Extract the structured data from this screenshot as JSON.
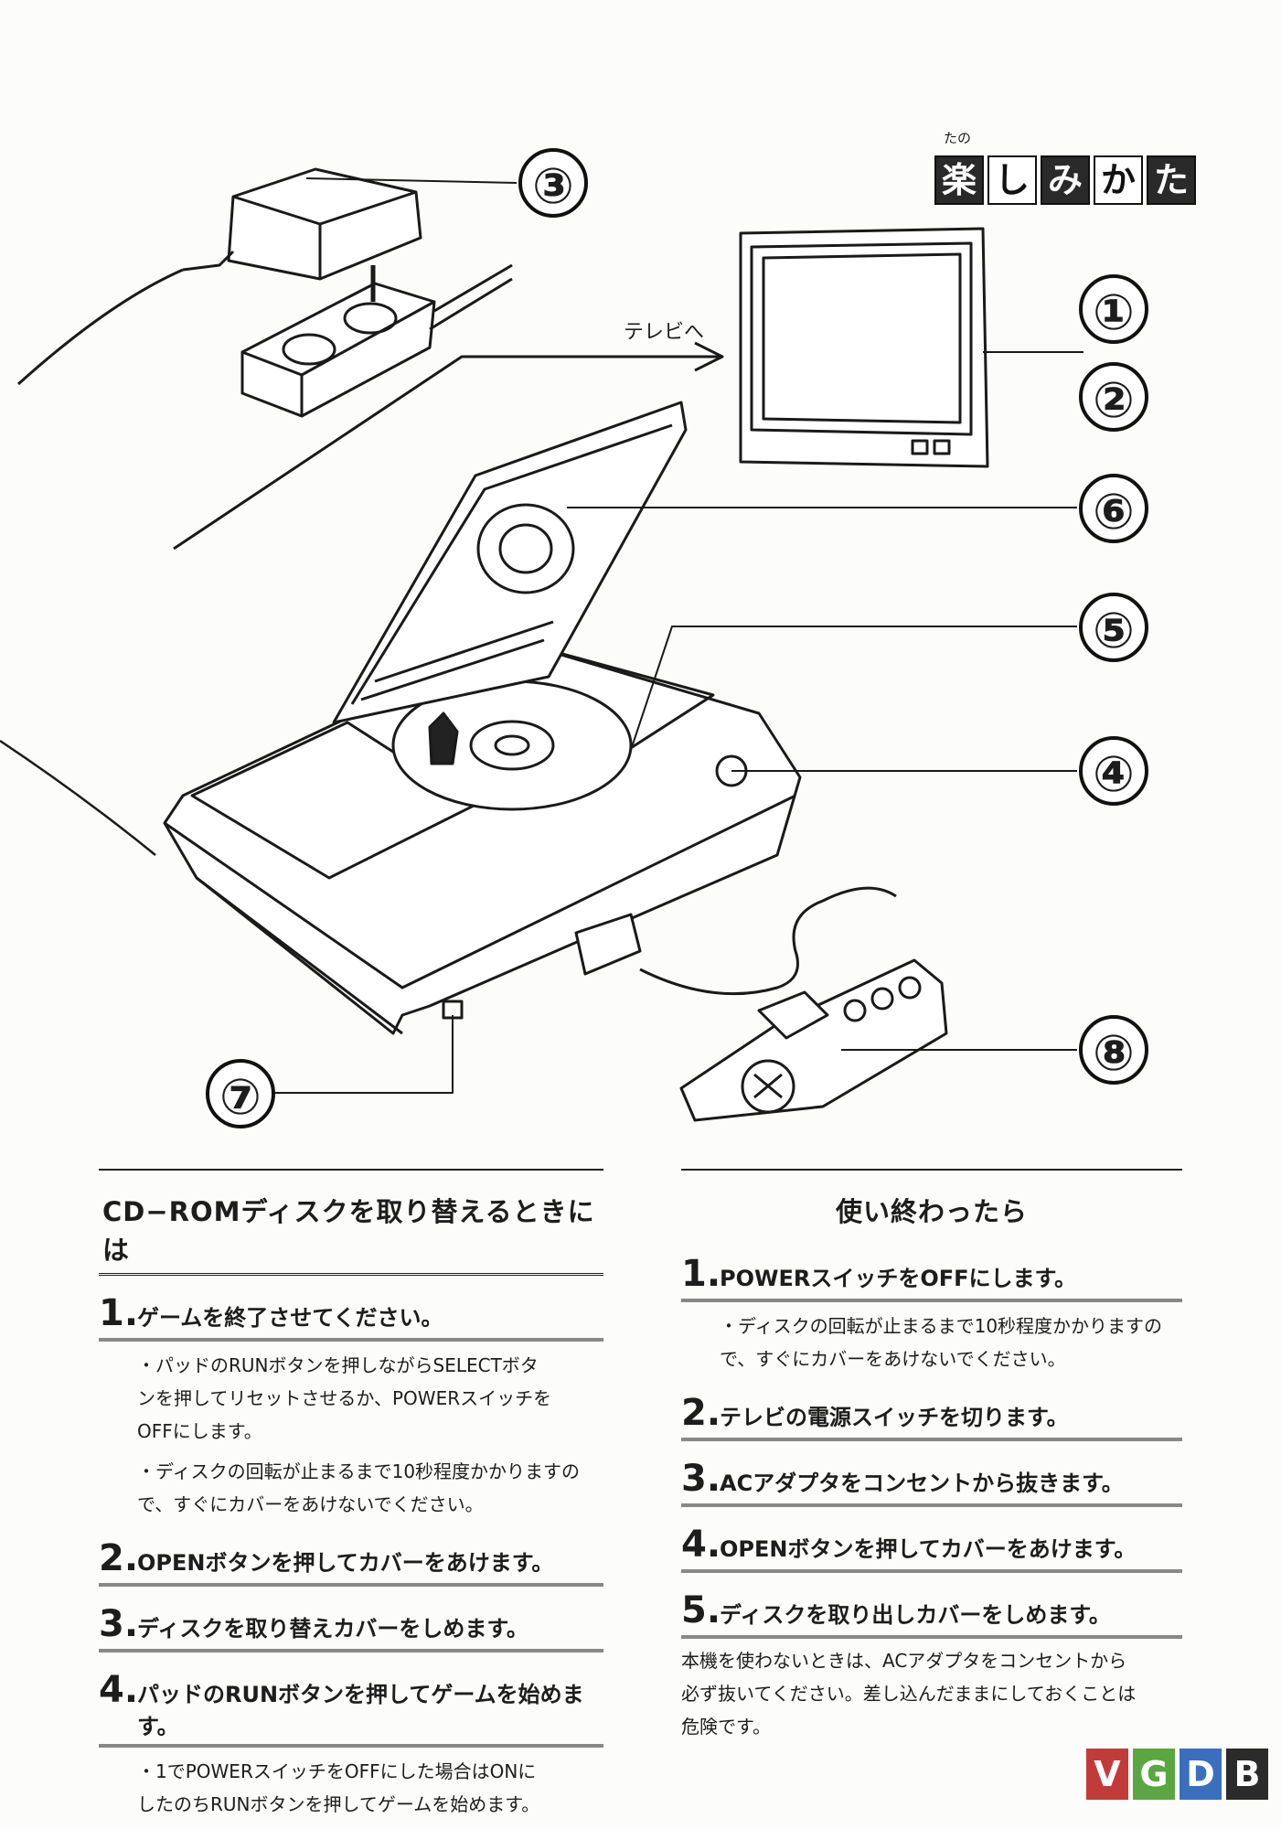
{
  "header": {
    "title_ruby": "たの",
    "title_chars": [
      "楽",
      "し",
      "み",
      "か",
      "た"
    ],
    "tv_label": "テレビへ"
  },
  "callouts": [
    "①",
    "②",
    "③",
    "④",
    "⑤",
    "⑥",
    "⑦",
    "⑧"
  ],
  "left_section": {
    "heading": "CD−ROMディスクを取り替えるときには",
    "steps": [
      {
        "num": "1.",
        "text": "ゲームを終了させてください。",
        "notes": [
          [
            "・パッドのRUNボタンを押しながらSELECTボタ",
            "ンを押してリセットさせるか、POWERスイッチを",
            "OFFにします。"
          ],
          [
            "・ディスクの回転が止まるまで10秒程度かかりますの",
            "で、すぐにカバーをあけないでください。"
          ]
        ]
      },
      {
        "num": "2.",
        "text": "OPENボタンを押してカバーをあけます。",
        "notes": []
      },
      {
        "num": "3.",
        "text": "ディスクを取り替えカバーをしめます。",
        "notes": []
      },
      {
        "num": "4.",
        "text": "パッドのRUNボタンを押してゲームを始めます。",
        "notes": [
          [
            "・1でPOWERスイッチをOFFにした場合はONに",
            "したのちRUNボタンを押してゲームを始めます。"
          ]
        ]
      }
    ]
  },
  "right_section": {
    "heading": "使い終わったら",
    "steps": [
      {
        "num": "1.",
        "text": "POWERスイッチをOFFにします。",
        "notes": [
          [
            "・ディスクの回転が止まるまで10秒程度かかりますの",
            "で、すぐにカバーをあけないでください。"
          ]
        ]
      },
      {
        "num": "2.",
        "text": "テレビの電源スイッチを切ります。",
        "notes": []
      },
      {
        "num": "3.",
        "text": "ACアダプタをコンセントから抜きます。",
        "notes": []
      },
      {
        "num": "4.",
        "text": "OPENボタンを押してカバーをあけます。",
        "notes": []
      },
      {
        "num": "5.",
        "text": "ディスクを取り出しカバーをしめます。",
        "notes": []
      }
    ],
    "footer_lines": [
      "本機を使わないときは、ACアダプタをコンセントから",
      "必ず抜いてください。差し込んだままにしておくことは",
      "危険です。"
    ]
  },
  "watermark": {
    "letters": [
      "V",
      "G",
      "D",
      "B"
    ],
    "colors": [
      "#c23b39",
      "#5aa640",
      "#3a6fbf",
      "#2b2b2b"
    ]
  }
}
